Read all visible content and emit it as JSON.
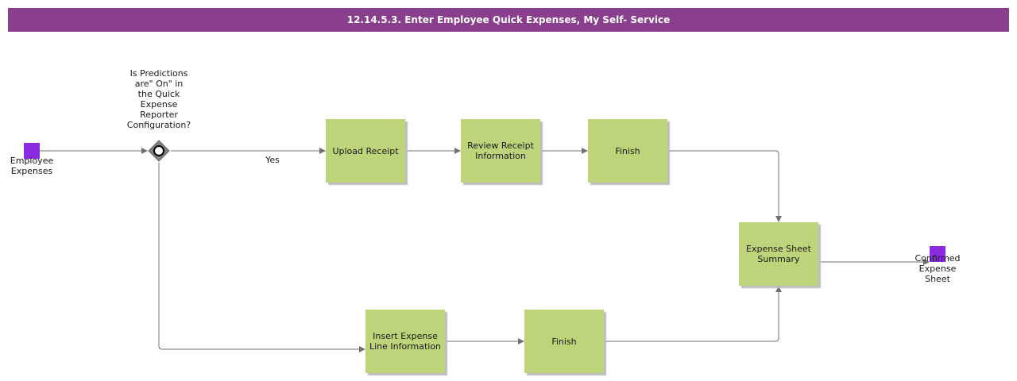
{
  "title": "12.14.5.3. Enter Employee Quick Expenses, My Self- Service",
  "colors": {
    "header": "#8a3f8c",
    "task": "#bdd47b",
    "event": "#8a2be2",
    "gateway": "#808080",
    "connector": "#707070"
  },
  "start_event": {
    "label": "Employee\nExpenses"
  },
  "gateway": {
    "question": "Is Predictions\nare\" On\" in\nthe Quick\nExpense\nReporter\nConfiguration?",
    "yes_label": "Yes"
  },
  "tasks": {
    "upload_receipt": "Upload Receipt",
    "review_receipt": "Review Receipt Information",
    "finish_top": "Finish",
    "expense_summary": "Expense Sheet Summary",
    "insert_expense": "Insert Expense Line Information",
    "finish_bottom": "Finish"
  },
  "end_event": {
    "label": "Confirmed\nExpense\nSheet"
  }
}
